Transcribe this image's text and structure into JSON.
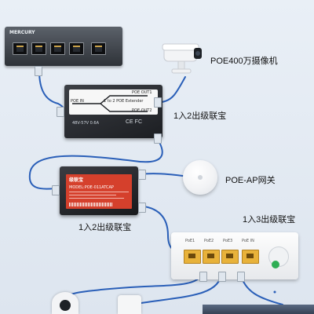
{
  "labels": {
    "camera": "POE400万摄像机",
    "extender_top": "1入2出级联宝",
    "ap": "POE-AP网关",
    "extender_middle": "1入2出级联宝",
    "splitter": "1入3出级联宝"
  },
  "devices": {
    "switch_brand": "MERCURY",
    "ext1_title": "1 to 2 POE Extender",
    "ext1_out1": "POE OUT1",
    "ext1_out2": "POE OUT2",
    "ext1_in": "POE IN",
    "ext1_spec": "48V-57V 0.6A",
    "ext2_brand": "级联宝",
    "ext2_model": "MODEL:POE-011ATCAP",
    "splitter_ports": [
      "PoE1",
      "PoE2",
      "PoE3",
      "PoE IN"
    ]
  },
  "colors": {
    "background": "#e3eaf2",
    "cable": "#2a5fb8",
    "extender2_red": "#d5402c",
    "splitter_ports": "#e8b23a"
  }
}
